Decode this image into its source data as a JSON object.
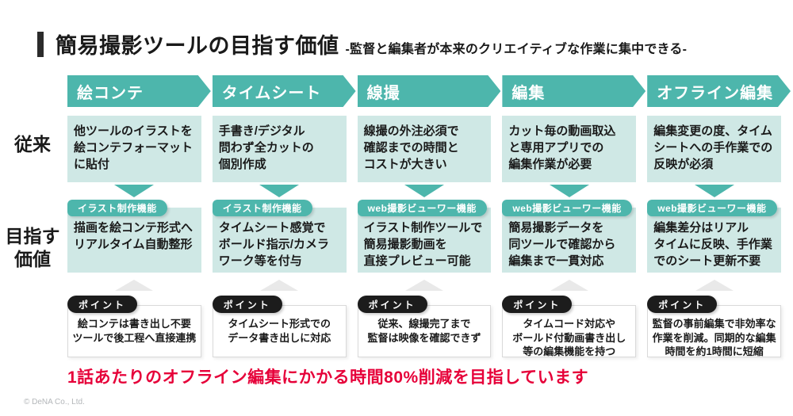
{
  "title": {
    "main": "簡易撮影ツールの目指す価値",
    "subtitle": "-監督と編集者が本来のクリエイティブな作業に集中できる-"
  },
  "row_labels": {
    "conventional": "従来",
    "target": "目指す\n価値"
  },
  "columns": [
    {
      "header": "絵コンテ",
      "conventional": "他ツールのイラストを\n絵コンテフォーマット\nに貼付",
      "feature_badge": "イラスト制作機能",
      "value": "描画を絵コンテ形式へ\nリアルタイム自動整形",
      "point_badge": "ポイント",
      "point": "絵コンテは書き出し不要\nツールで後工程へ直接連携"
    },
    {
      "header": "タイムシート",
      "conventional": "手書き/デジタル\n問わず全カットの\n個別作成",
      "feature_badge": "イラスト制作機能",
      "value": "タイムシート感覚で\nボールド指示/カメラ\nワーク等を付与",
      "point_badge": "ポイント",
      "point": "タイムシート形式での\nデータ書き出しに対応"
    },
    {
      "header": "線撮",
      "conventional": "線撮の外注必須で\n確認までの時間と\nコストが大きい",
      "feature_badge": "web撮影ビューワー機能",
      "value": "イラスト制作ツールで\n簡易撮影動画を\n直接プレビュー可能",
      "point_badge": "ポイント",
      "point": "従来、線撮完了まで\n監督は映像を確認できず"
    },
    {
      "header": "編集",
      "conventional": "カット毎の動画取込\nと専用アプリでの\n編集作業が必要",
      "feature_badge": "web撮影ビューワー機能",
      "value": "簡易撮影データを\n同ツールで確認から\n編集まで一貫対応",
      "point_badge": "ポイント",
      "point": "タイムコード対応や\nボールド付動画書き出し\n等の編集機能を持つ"
    },
    {
      "header": "オフライン編集",
      "conventional": "編集変更の度、タイム\nシートへの手作業での\n反映が必須",
      "feature_badge": "web撮影ビューワー機能",
      "value": "編集差分はリアル\nタイムに反映、手作業\nでのシート更新不要",
      "point_badge": "ポイント",
      "point": "監督の事前編集で非効率な\n作業を削減。同期的な編集\n時間を約1時間に短縮"
    }
  ],
  "footer": {
    "highlight": "1話あたりのオフライン編集にかかる時間80%削減を目指しています",
    "copyright": "© DeNA Co., Ltd."
  },
  "colors": {
    "accent_teal": "#4db6ac",
    "light_teal": "#cfe8e5",
    "badge_black": "#1c1c1c",
    "highlight_red": "#e60039",
    "arrow_gray": "#e9e9e9"
  }
}
